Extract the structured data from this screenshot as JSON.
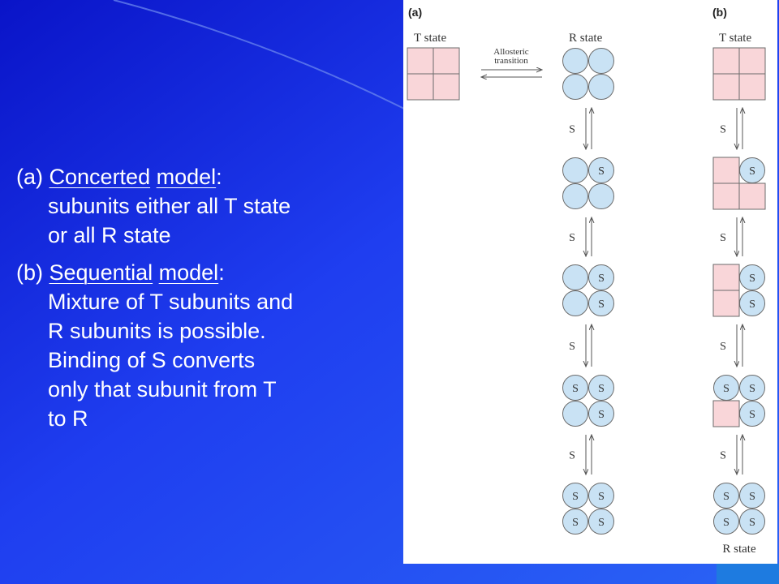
{
  "text": {
    "a_label": "(a)",
    "a_word1": "Concerted",
    "a_word2": "model",
    "a_colon": ":",
    "a_line2": "subunits either all T state",
    "a_line3": "or all R state",
    "b_label": "(b)",
    "b_word1": "Sequential",
    "b_word2": "model",
    "b_colon": ":",
    "b_line2": "Mixture of T subunits and",
    "b_line3": "R subunits is possible.",
    "b_line4": "Binding of S converts",
    "b_line5": "only that subunit from T",
    "b_line6": "to R"
  },
  "figure": {
    "panel_a": "(a)",
    "panel_b": "(b)",
    "t_state": "T state",
    "r_state": "R state",
    "t_state_b": "T state",
    "r_state_b": "R state",
    "transition_line1": "Allosteric",
    "transition_line2": "transition",
    "s_label": "S",
    "substrate": "S"
  },
  "colors": {
    "t_subunit_fill": "#f9d6d9",
    "r_subunit_fill": "#c9e2f4",
    "outline": "#6b6b6b",
    "slide_bg": "#1a33e6"
  }
}
